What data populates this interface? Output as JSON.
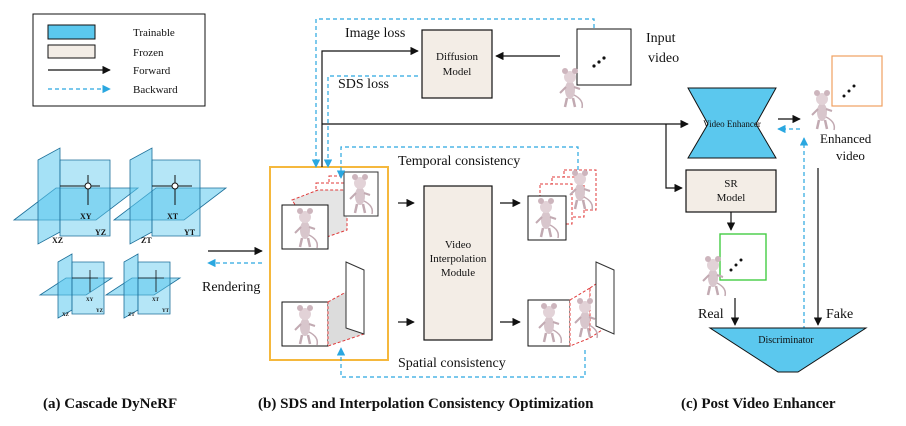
{
  "legend": {
    "trainable": "Trainable",
    "frozen": "Frozen",
    "forward": "Forward",
    "backward": "Backward"
  },
  "panel_a": {
    "caption": "(a) Cascade DyNeRF",
    "planes_large_1": [
      "XY",
      "XZ",
      "YZ"
    ],
    "planes_large_2": [
      "XT",
      "ZT",
      "YT"
    ],
    "planes_small_1": [
      "XY",
      "XZ",
      "YZ"
    ],
    "planes_small_2": [
      "XT",
      "ZT",
      "YT"
    ]
  },
  "panel_b": {
    "caption": "(b) SDS and Interpolation Consistency Optimization",
    "rendering": "Rendering",
    "image_loss": "Image loss",
    "sds_loss": "SDS loss",
    "diffusion_model": [
      "Diffusion",
      "Model"
    ],
    "input_video": [
      "Input",
      "video"
    ],
    "temporal_consistency": "Temporal consistency",
    "spatial_consistency": "Spatial consistency",
    "vim": [
      "Video",
      "Interpolation",
      "Module"
    ]
  },
  "panel_c": {
    "caption": "(c) Post Video Enhancer",
    "video_enhancer": "Video Enhancer",
    "enhanced_video": [
      "Enhanced",
      "video"
    ],
    "sr_model": [
      "SR",
      "Model"
    ],
    "real": "Real",
    "fake": "Fake",
    "discriminator": "Discriminator"
  },
  "colors": {
    "trainable": "#5bc8ee",
    "frozen": "#f3ede6",
    "backward": "#2aa7e0",
    "render_box": "#f5b83d",
    "enhanced_frame": "#f0a060",
    "sr_frame": "#44cc44",
    "red_dash": "#e03a3a"
  }
}
